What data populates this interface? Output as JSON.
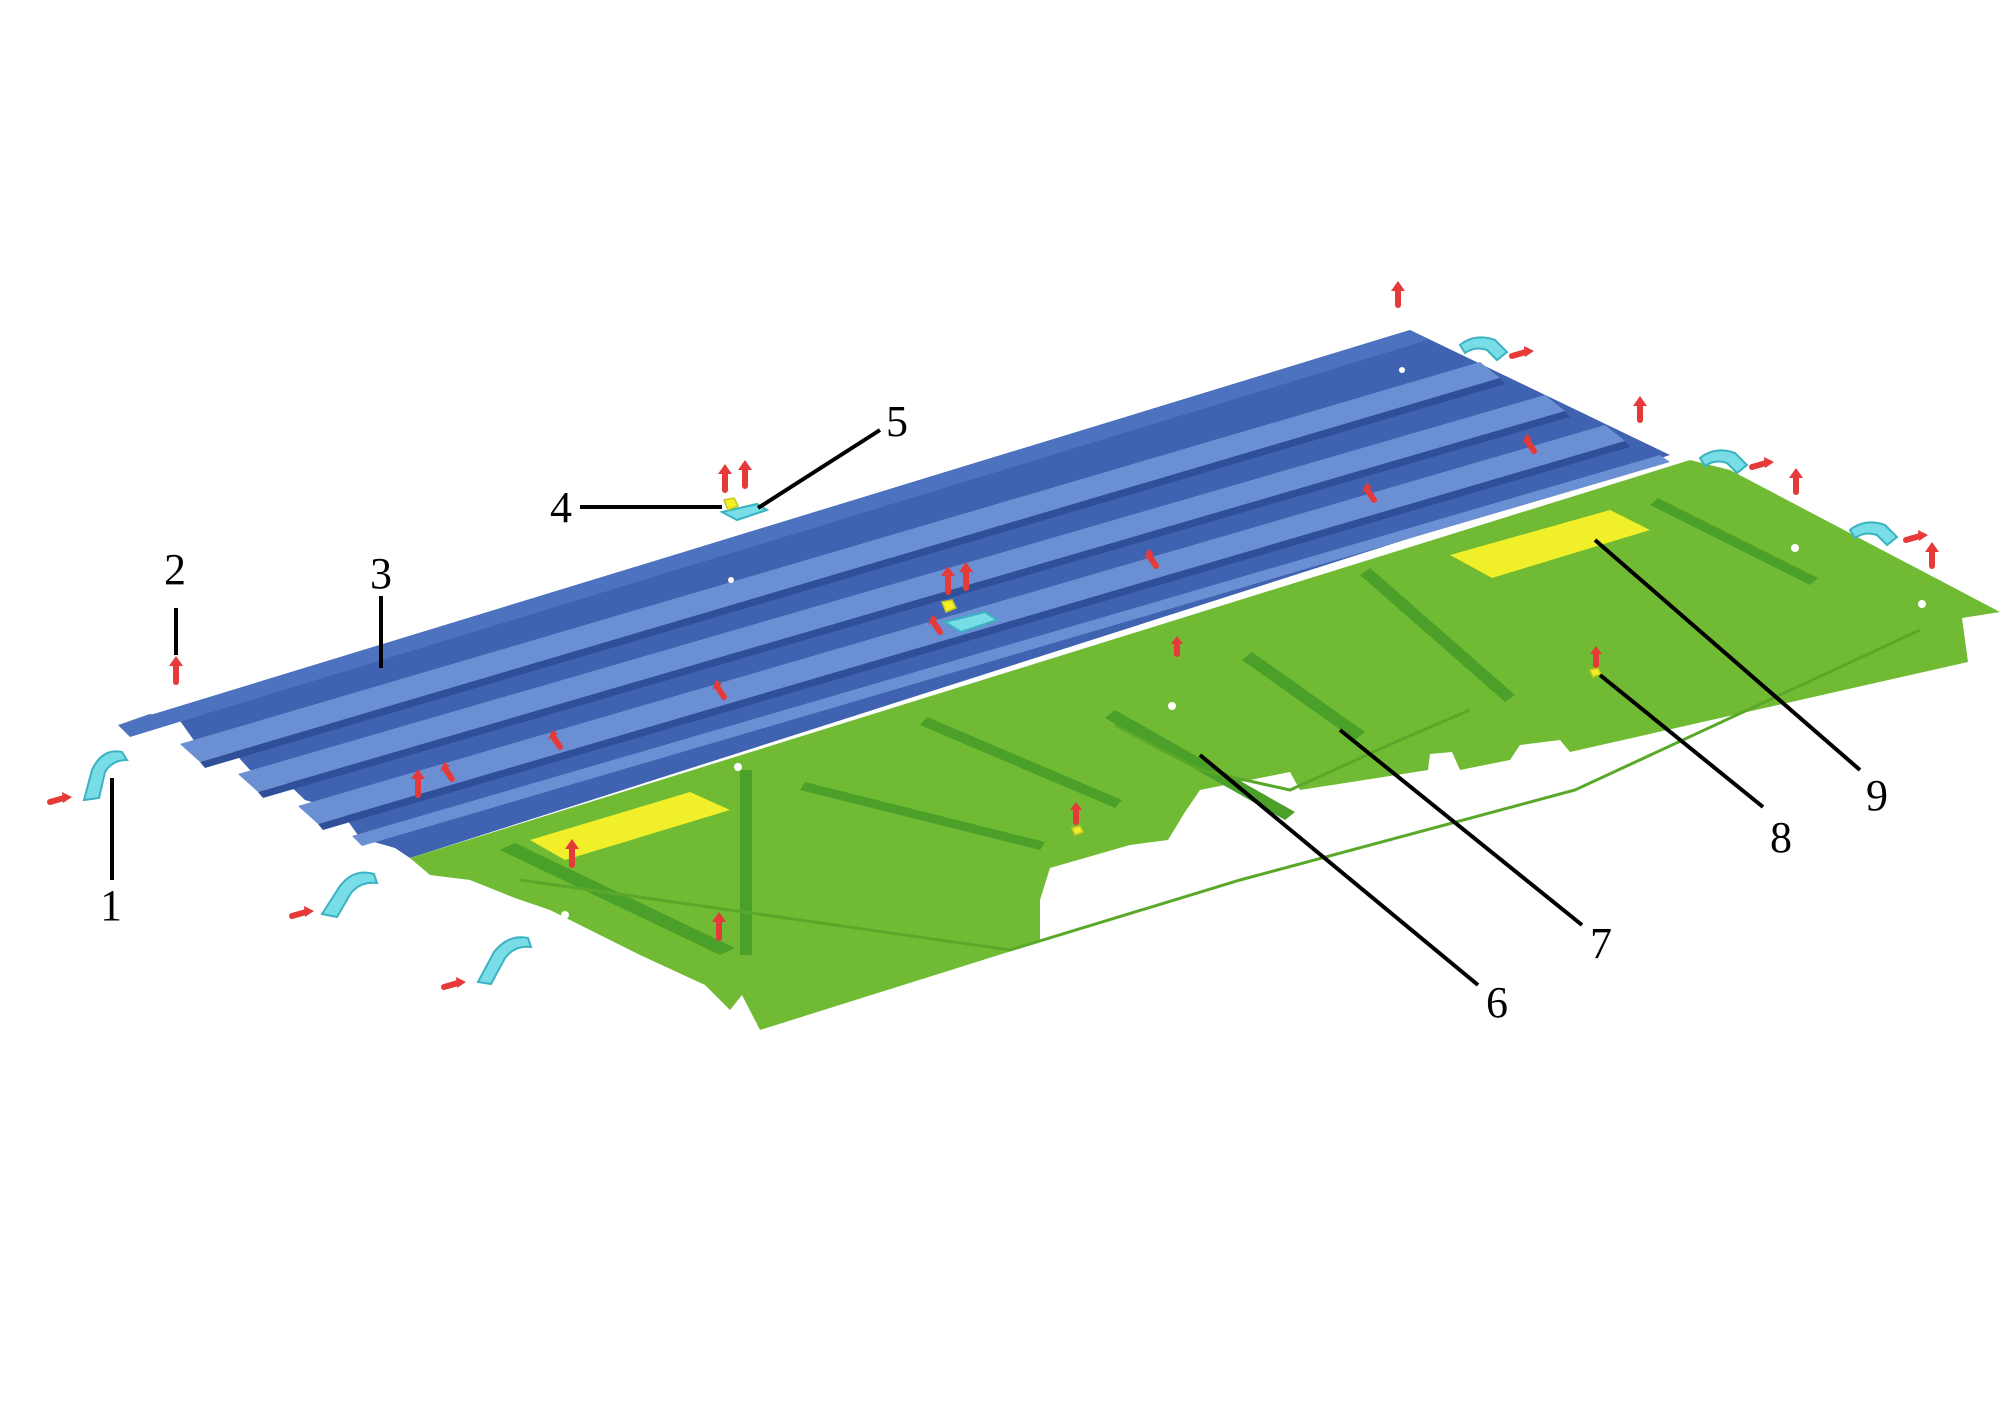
{
  "diagram": {
    "callouts": [
      {
        "id": "1",
        "label": "1"
      },
      {
        "id": "2",
        "label": "2"
      },
      {
        "id": "3",
        "label": "3"
      },
      {
        "id": "4",
        "label": "4"
      },
      {
        "id": "5",
        "label": "5"
      },
      {
        "id": "6",
        "label": "6"
      },
      {
        "id": "7",
        "label": "7"
      },
      {
        "id": "8",
        "label": "8"
      },
      {
        "id": "9",
        "label": "9"
      }
    ],
    "colors": {
      "blue_panel": "#3f63b0",
      "blue_rib_light": "#5f82c9",
      "blue_rib_dark": "#2f4f99",
      "green_panel": "#70bb33",
      "green_rib": "#4ba02a",
      "yellow_pad": "#f0ef2a",
      "clip": "#78dde6",
      "fastener": "#e63a3a",
      "leader_line": "#000000"
    }
  }
}
